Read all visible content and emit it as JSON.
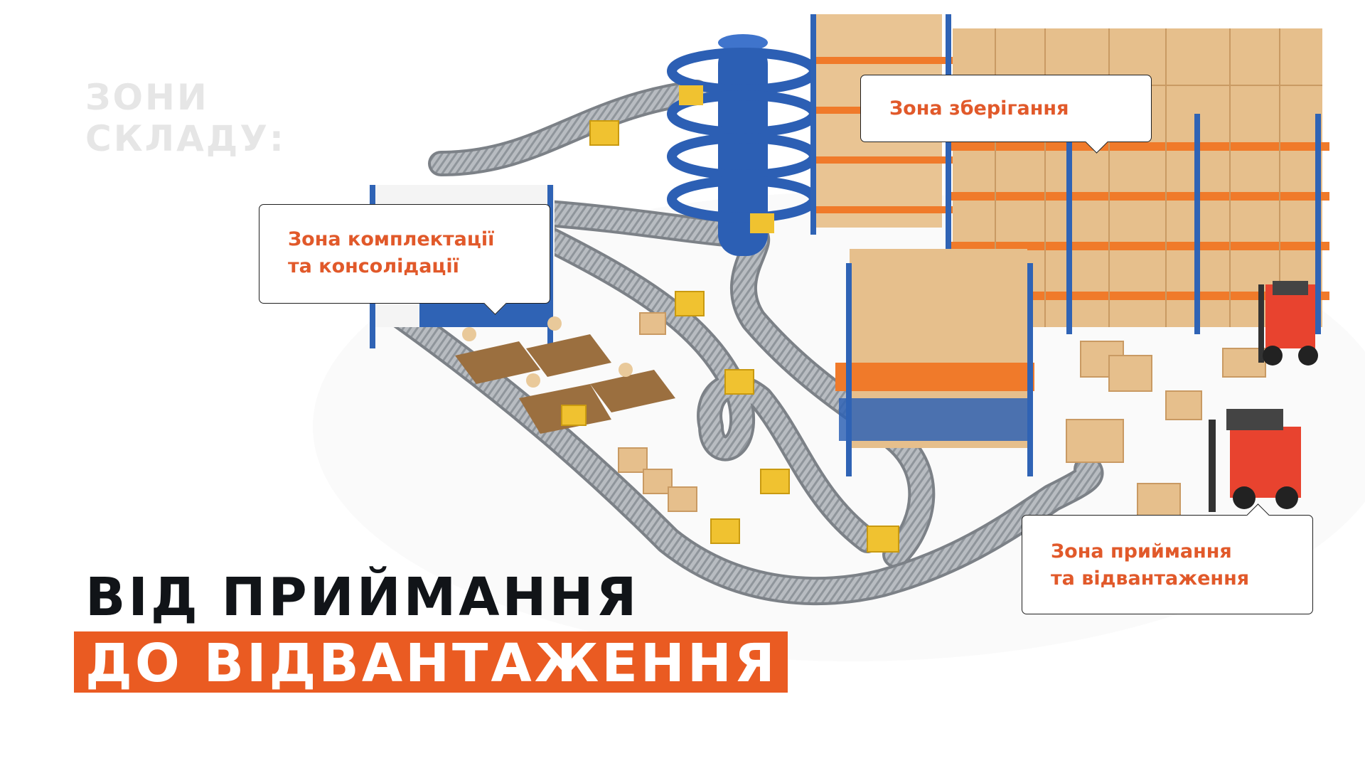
{
  "kicker": {
    "line1": "ЗОНИ",
    "line2": "СКЛАДУ:"
  },
  "callouts": {
    "storage": {
      "line1": "Зона зберігання"
    },
    "picking": {
      "line1": "Зона комплектації",
      "line2": "та консолідації"
    },
    "receiving": {
      "line1": "Зона приймання",
      "line2": "та відвантаження"
    }
  },
  "headline": {
    "line1": "ВІД ПРИЙМАННЯ",
    "line2": "ДО ВІДВАНТАЖЕННЯ"
  },
  "colors": {
    "accent": "#ea5b22",
    "accent_text": "#e1592a",
    "dark": "#111418",
    "rack_blue": "#2f63b5",
    "rack_orange": "#f07a2a",
    "box": "#e2b886",
    "conveyor": "#a5a9ae"
  }
}
